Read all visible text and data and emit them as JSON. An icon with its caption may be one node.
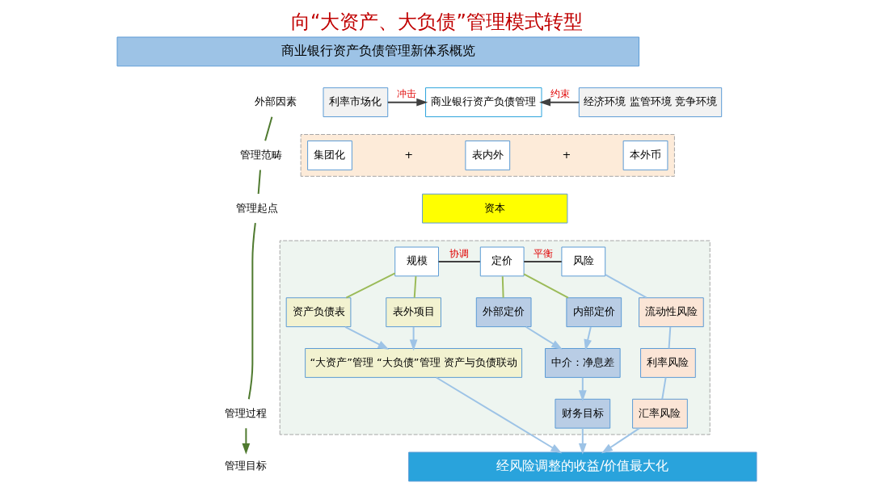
{
  "diagram": {
    "title": "向“大资产、大负债”管理模式转型",
    "nodes": [
      {
        "text": [
          "商业银行资产负债管理新体系概览"
        ]
      },
      {
        "text": [
          "外部因素"
        ]
      },
      {
        "text": [
          "管理范畴"
        ]
      },
      {
        "text": [
          "管理起点"
        ]
      },
      {
        "text": [
          "管理过程"
        ]
      },
      {
        "text": [
          "管理目标"
        ]
      },
      {
        "text": [
          "利率市场化"
        ]
      },
      {
        "text": [
          "商业银行资产负债管理"
        ]
      },
      {
        "text": [
          "经济环境 监管环境 竞争环境"
        ]
      },
      {
        "text": [],
        "shape": "box"
      },
      {
        "text": [
          "集团化"
        ],
        "in": 9
      },
      {
        "text": [
          "表内外"
        ],
        "in": 9
      },
      {
        "text": [
          "本外币"
        ],
        "in": 9
      },
      {
        "text": [
          "资本"
        ]
      },
      {
        "text": [],
        "shape": "box"
      },
      {
        "text": [
          "规模"
        ],
        "in": 14
      },
      {
        "text": [
          "定价"
        ],
        "in": 14
      },
      {
        "text": [
          "风险"
        ],
        "in": 14
      },
      {
        "text": [
          "资产负债表"
        ],
        "in": 14
      },
      {
        "text": [
          "表外项目"
        ],
        "in": 14
      },
      {
        "text": [
          "外部定价"
        ],
        "in": 14
      },
      {
        "text": [
          "内部定价"
        ],
        "in": 14
      },
      {
        "text": [
          "“大资产”管理 “大负债”管理 资产与负债联动"
        ],
        "in": 14
      },
      {
        "text": [
          "中介：净息差"
        ],
        "in": 14
      },
      {
        "text": [
          "财务目标"
        ],
        "in": 14
      },
      {
        "text": [
          "流动性风险"
        ],
        "in": 14
      },
      {
        "text": [
          "利率风险"
        ],
        "in": 14
      },
      {
        "text": [
          "汇率风险"
        ],
        "in": 14
      },
      {
        "text": [
          "经风险调整的收益/价值最大化"
        ]
      }
    ],
    "edges": [
      {
        "from": 1,
        "to": 2,
        "arrow": "none",
        "color": "#4f7a2f"
      },
      {
        "from": 2,
        "to": 3,
        "arrow": "none",
        "color": "#4f7a2f"
      },
      {
        "from": 3,
        "to": 4,
        "arrow": "none",
        "color": "#4f7a2f"
      },
      {
        "from": 4,
        "to": 5,
        "arrow": "to",
        "color": "#4f7a2f"
      },
      {
        "from": 6,
        "to": 7,
        "arrow": "to",
        "label": "冲击",
        "color": "#404040"
      },
      {
        "from": 8,
        "to": 7,
        "arrow": "to",
        "label": "约束",
        "color": "#404040"
      },
      {
        "from": 15,
        "to": 16,
        "arrow": "none",
        "label": "协调",
        "color": "#404040"
      },
      {
        "from": 16,
        "to": 17,
        "arrow": "none",
        "label": "平衡",
        "color": "#404040"
      },
      {
        "from": 15,
        "to": 18,
        "arrow": "none",
        "color": "#9bbb59"
      },
      {
        "from": 15,
        "to": 19,
        "arrow": "none",
        "color": "#9bbb59"
      },
      {
        "from": 16,
        "to": 20,
        "arrow": "none",
        "color": "#9bbb59"
      },
      {
        "from": 16,
        "to": 21,
        "arrow": "none",
        "color": "#9bbb59"
      },
      {
        "from": 18,
        "to": 22,
        "arrow": "to",
        "color": "#9dc3e6"
      },
      {
        "from": 19,
        "to": 22,
        "arrow": "to",
        "color": "#9dc3e6"
      },
      {
        "from": 22,
        "to": 28,
        "arrow": "to",
        "color": "#9dc3e6"
      },
      {
        "from": 20,
        "to": 23,
        "arrow": "to",
        "color": "#9dc3e6"
      },
      {
        "from": 21,
        "to": 23,
        "arrow": "to",
        "color": "#9dc3e6"
      },
      {
        "from": 23,
        "to": 24,
        "arrow": "to",
        "color": "#9dc3e6"
      },
      {
        "from": 24,
        "to": 28,
        "arrow": "to",
        "color": "#9dc3e6"
      },
      {
        "from": 17,
        "to": 25,
        "arrow": "none",
        "color": "#9dc3e6"
      },
      {
        "from": 25,
        "to": 26,
        "arrow": "none",
        "color": "#9dc3e6"
      },
      {
        "from": 26,
        "to": 27,
        "arrow": "none",
        "color": "#9dc3e6"
      },
      {
        "from": 27,
        "to": 28,
        "arrow": "to",
        "color": "#9dc3e6"
      }
    ],
    "labels": [
      "+",
      "+"
    ]
  }
}
